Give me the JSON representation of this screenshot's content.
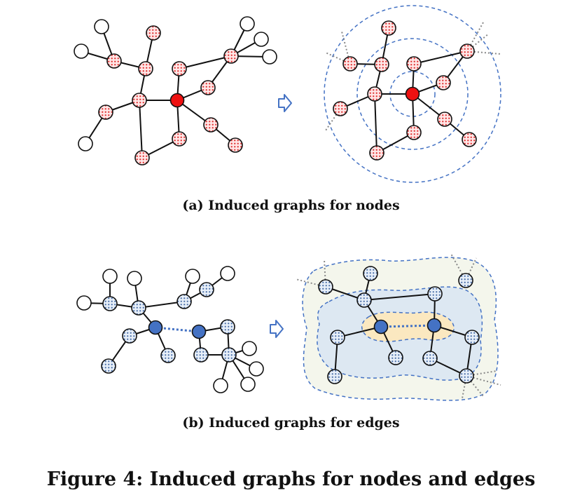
{
  "figure": {
    "caption": "Figure 4: Induced graphs for nodes and edges",
    "subcaption_a": "(a) Induced graphs for nodes",
    "subcaption_b": "(b) Induced graphs for edges"
  },
  "colors": {
    "edge": "#111111",
    "center_node": "#ee1111",
    "center_edge_node": "#4472c4",
    "red_dotted_node_fill": "#ffe6e6",
    "red_dot": "#e03030",
    "blue_dotted_node_fill": "#e6eef8",
    "blue_dot": "#4a6fa8",
    "ring": "#4472c4",
    "arrow": "#4472c4",
    "region_outer": "#f4f6ec",
    "region_middle": "#dde8f2",
    "region_inner": "#fbe8c0",
    "dotted_edge": "#888888"
  },
  "icons": {
    "transform_arrow": "hollow-right-arrow-icon"
  }
}
